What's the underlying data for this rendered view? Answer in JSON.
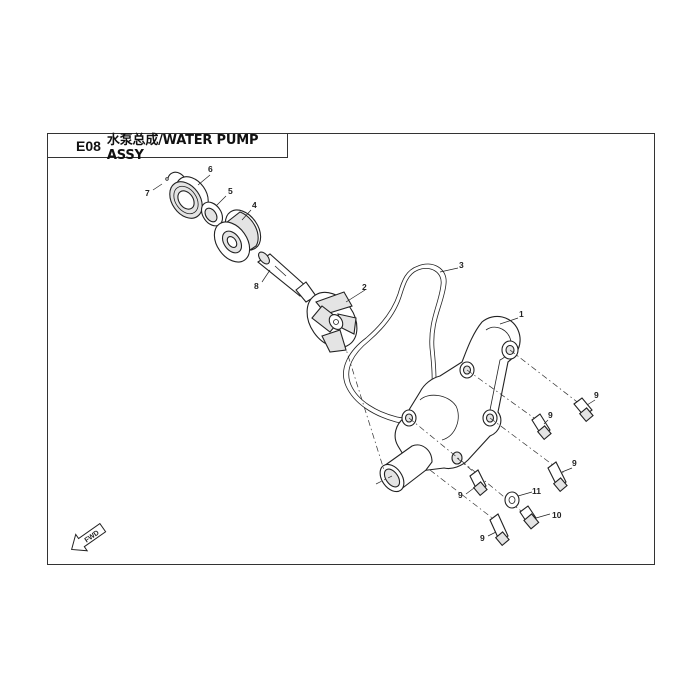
{
  "title": {
    "code": "E08",
    "text": "水泵总成/WATER PUMP ASSY"
  },
  "fwd_label": "FWD",
  "callouts": [
    "1",
    "2",
    "3",
    "4",
    "5",
    "6",
    "7",
    "8",
    "9",
    "9",
    "9",
    "9",
    "9",
    "10",
    "11"
  ],
  "parts": [
    {
      "ref": "1",
      "name": "pump-cover"
    },
    {
      "ref": "2",
      "name": "impeller"
    },
    {
      "ref": "3",
      "name": "o-ring-gasket"
    },
    {
      "ref": "4",
      "name": "mechanical-seal"
    },
    {
      "ref": "5",
      "name": "oil-seal"
    },
    {
      "ref": "6",
      "name": "bearing"
    },
    {
      "ref": "7",
      "name": "circlip"
    },
    {
      "ref": "8",
      "name": "pump-shaft"
    },
    {
      "ref": "9",
      "name": "bolt"
    },
    {
      "ref": "10",
      "name": "drain-bolt"
    },
    {
      "ref": "11",
      "name": "washer"
    }
  ]
}
